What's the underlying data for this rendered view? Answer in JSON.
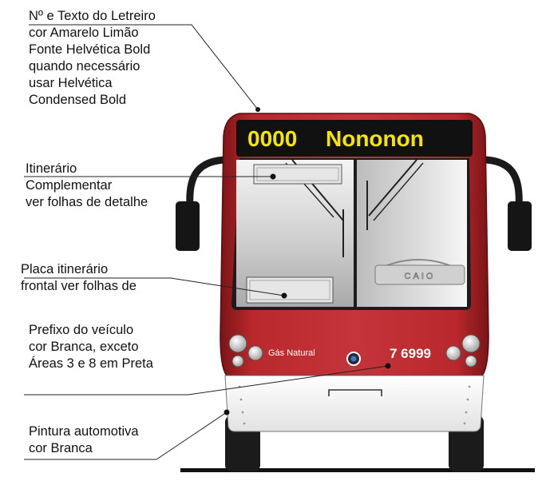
{
  "annotations": {
    "sign_spec": {
      "lines": [
        "Nº e Texto do Letreiro",
        "cor Amarelo Limão",
        "Fonte Helvética Bold",
        "quando necessário",
        "usar Helvética",
        "Condensed Bold"
      ]
    },
    "complementary_route": {
      "lines": [
        "Itinerário",
        "Complementar",
        "ver folhas de detalhe"
      ]
    },
    "front_route_plate": {
      "lines": [
        "Placa itinerário",
        "frontal ver folhas de"
      ]
    },
    "vehicle_prefix": {
      "lines": [
        "Prefixo do veículo",
        "cor Branca, exceto",
        "Áreas 3 e 8 em Preta"
      ]
    },
    "paint": {
      "lines": [
        "Pintura automotiva",
        "cor Branca"
      ]
    }
  },
  "bus": {
    "destination_number": "0000",
    "destination_text": "Nononon",
    "fuel_label": "Gás Natural",
    "vehicle_prefix": "7 6999",
    "steering_badge": "CAIO"
  },
  "colors": {
    "body_red": "#b4262a",
    "sign_yellow": "#f5e600",
    "sign_background": "#111111",
    "bumper_white": "#ffffff"
  }
}
